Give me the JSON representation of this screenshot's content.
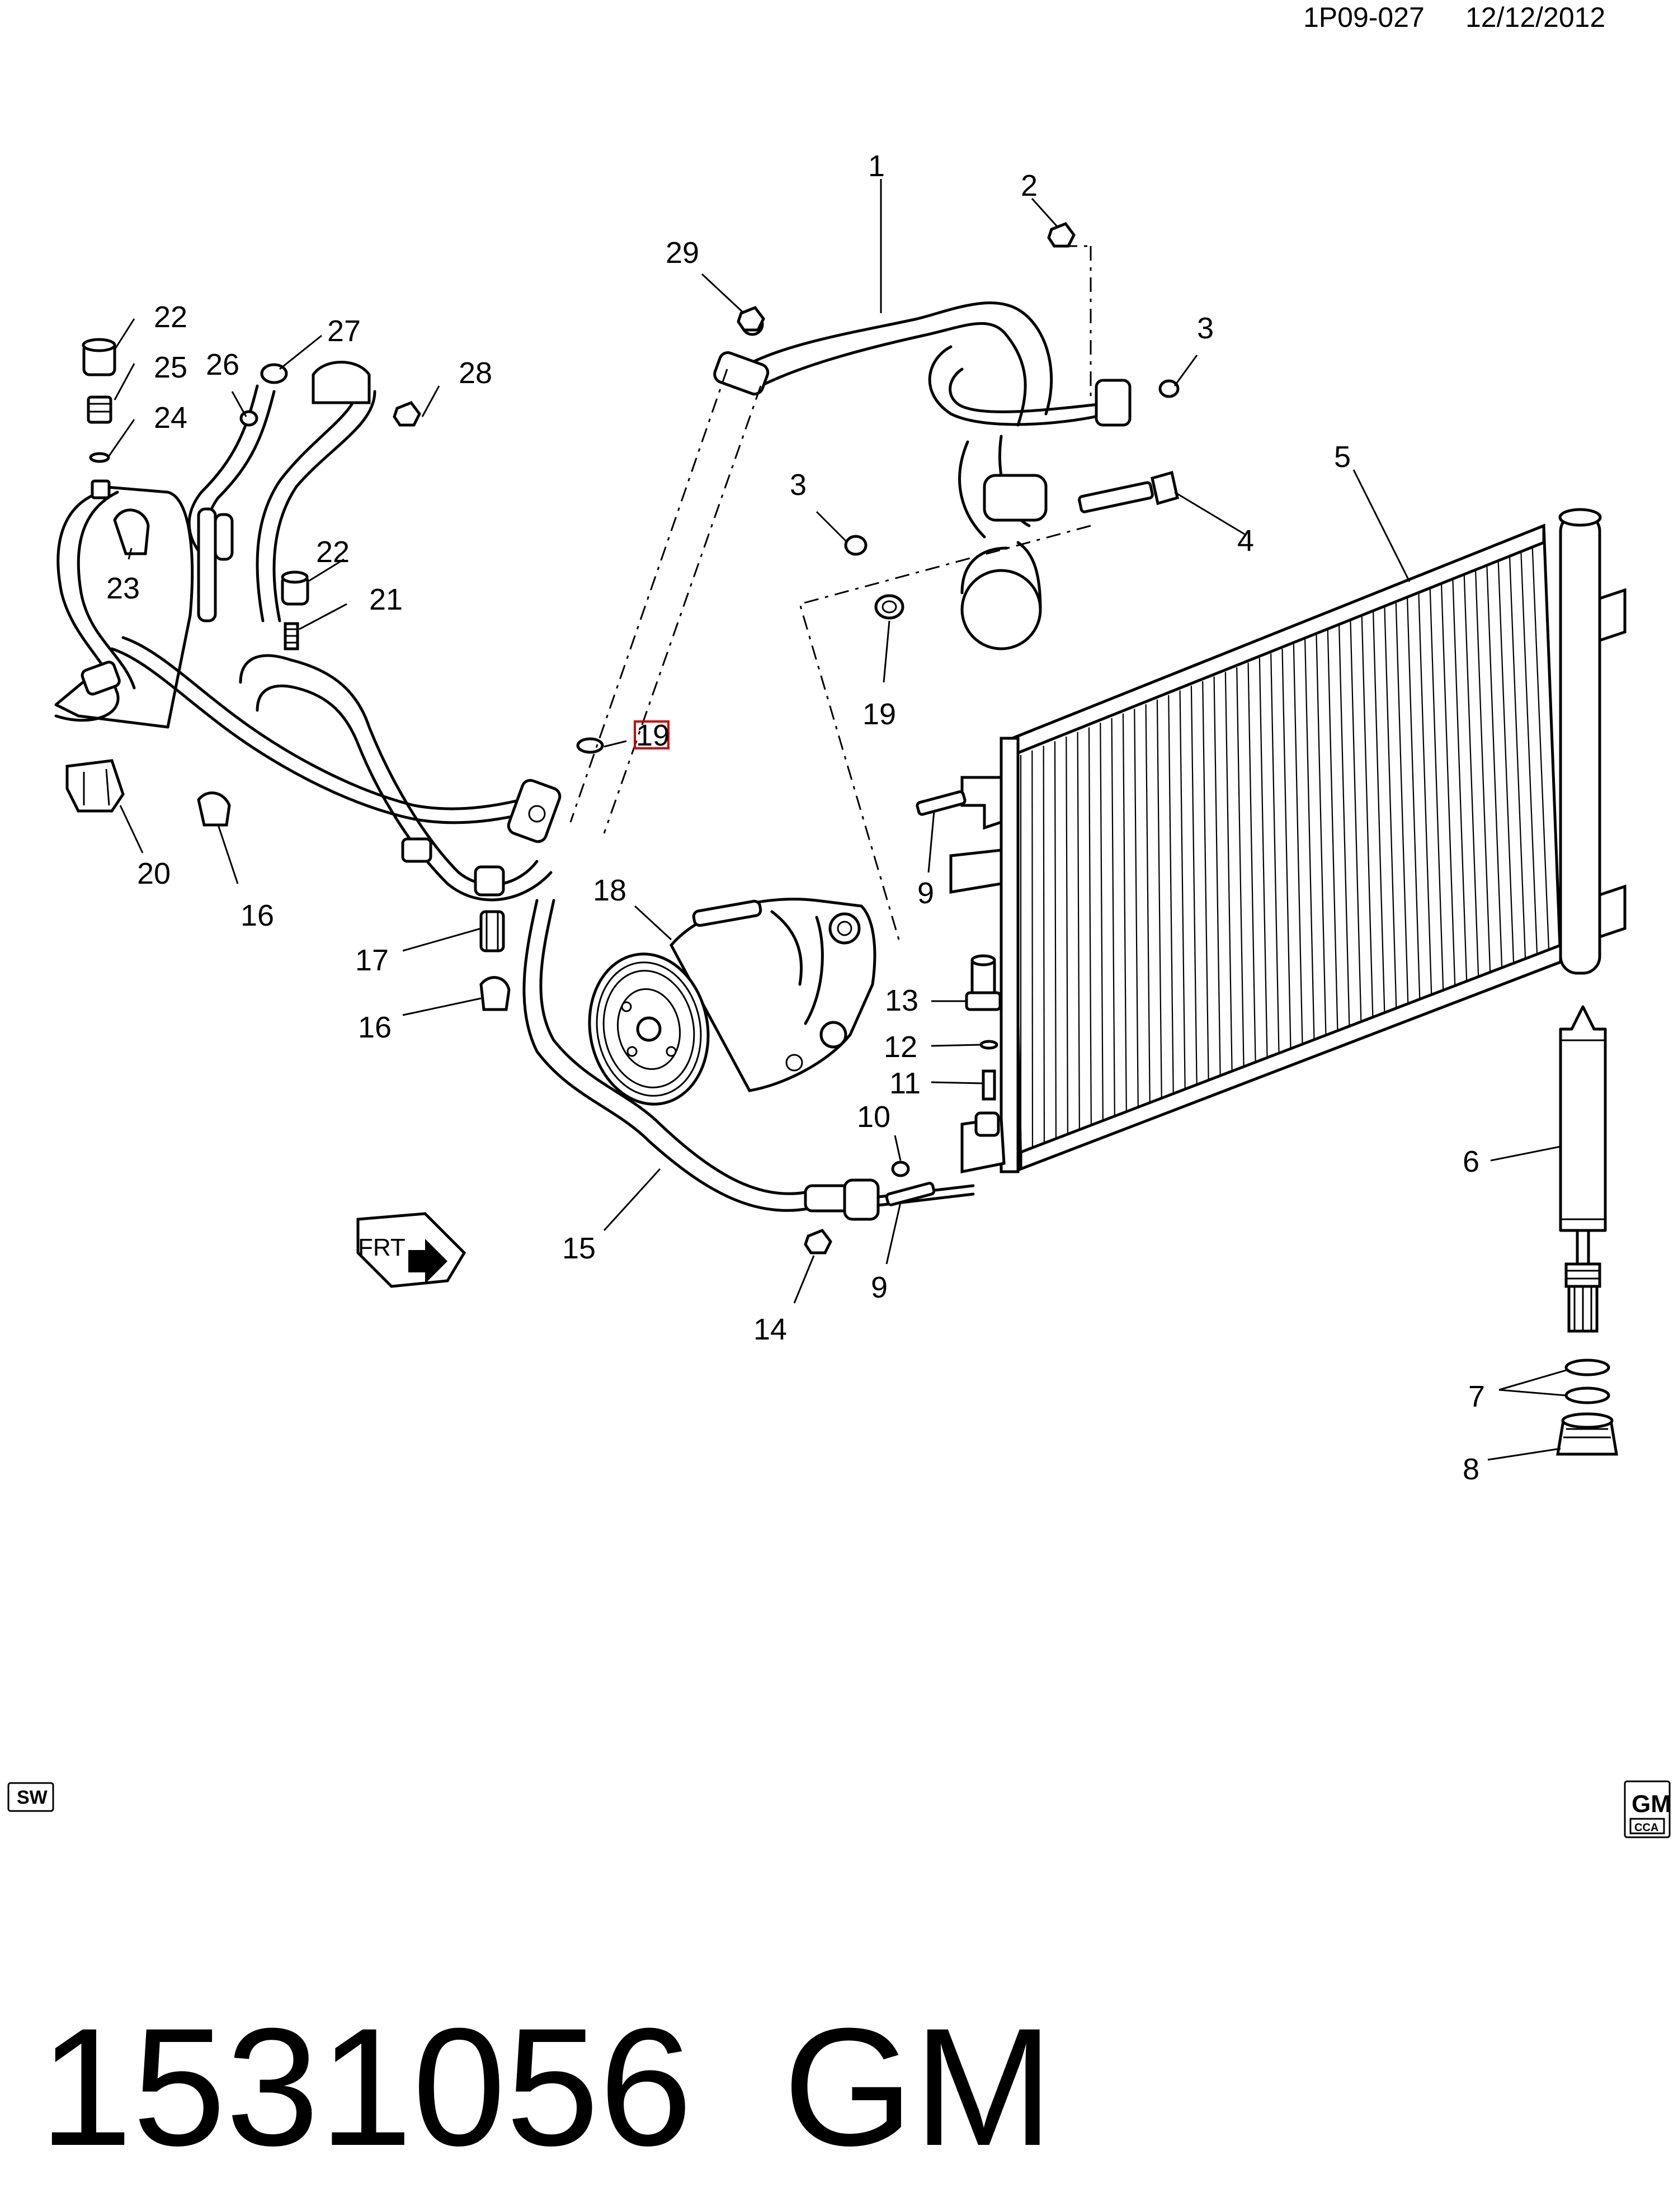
{
  "header": {
    "diagram_code": "1P09-027",
    "date": "12/12/2012"
  },
  "callouts": {
    "c1": "1",
    "c2": "2",
    "c3a": "3",
    "c3b": "3",
    "c4": "4",
    "c5": "5",
    "c6": "6",
    "c7": "7",
    "c8": "8",
    "c9a": "9",
    "c9b": "9",
    "c10": "10",
    "c11": "11",
    "c12": "12",
    "c13": "13",
    "c14": "14",
    "c15": "15",
    "c16a": "16",
    "c16b": "16",
    "c17": "17",
    "c18": "18",
    "c19a": "19",
    "c19b": "19",
    "c20": "20",
    "c21": "21",
    "c22a": "22",
    "c22b": "22",
    "c23": "23",
    "c24": "24",
    "c25": "25",
    "c26": "26",
    "c27": "27",
    "c28": "28",
    "c29": "29"
  },
  "direction_marker": {
    "label": "FRT",
    "icon": "front-arrow-icon"
  },
  "badges": {
    "sw": "SW",
    "gm": "GM",
    "cca": "CCA"
  },
  "footer": {
    "part_number": "1531056",
    "brand": "GM"
  },
  "colors": {
    "highlight": "#cc0000",
    "ink": "#000000",
    "background": "#ffffff"
  }
}
